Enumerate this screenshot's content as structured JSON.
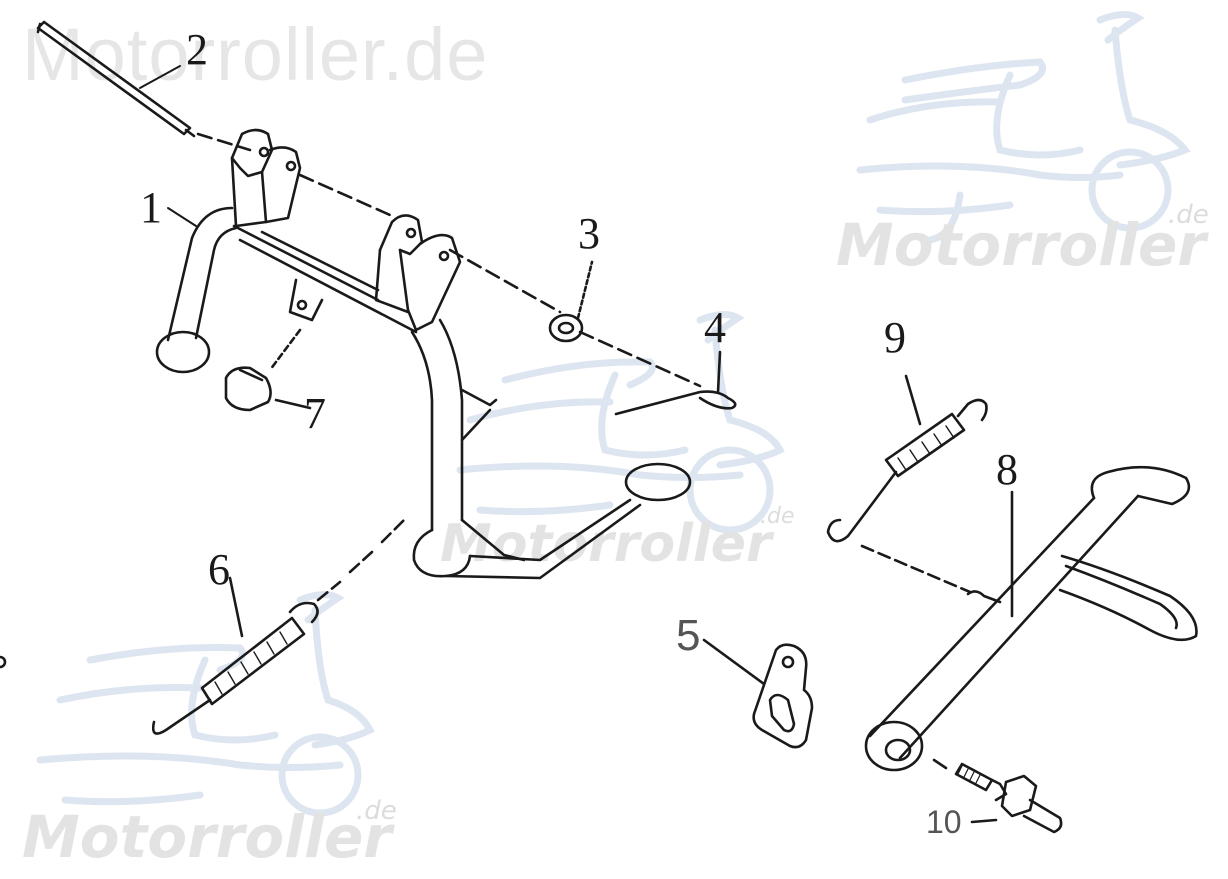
{
  "diagram": {
    "type": "exploded-parts-diagram",
    "subject": "Scooter main stand and side stand assembly",
    "watermarks": {
      "top_text": "Motorroller.de",
      "logo_text": "Motorroller",
      "logo_suffix": ".de"
    },
    "callouts": [
      {
        "id": "1",
        "label": "1",
        "part": "main-stand"
      },
      {
        "id": "2",
        "label": "2",
        "part": "stand-shaft-bolt"
      },
      {
        "id": "3",
        "label": "3",
        "part": "washer"
      },
      {
        "id": "4",
        "label": "4",
        "part": "cotter-pin"
      },
      {
        "id": "5",
        "label": "5",
        "part": "side-stand-bracket-plate"
      },
      {
        "id": "6",
        "label": "6",
        "part": "main-stand-spring"
      },
      {
        "id": "7",
        "label": "7",
        "part": "rubber-stopper"
      },
      {
        "id": "8",
        "label": "8",
        "part": "side-stand"
      },
      {
        "id": "9",
        "label": "9",
        "part": "side-stand-spring"
      },
      {
        "id": "10",
        "label": "10",
        "part": "side-stand-bolt"
      }
    ],
    "colors": {
      "line": "#1a1a1a",
      "watermark_text": "#e3e3e3",
      "watermark_scooter": "#dde6f0"
    }
  }
}
